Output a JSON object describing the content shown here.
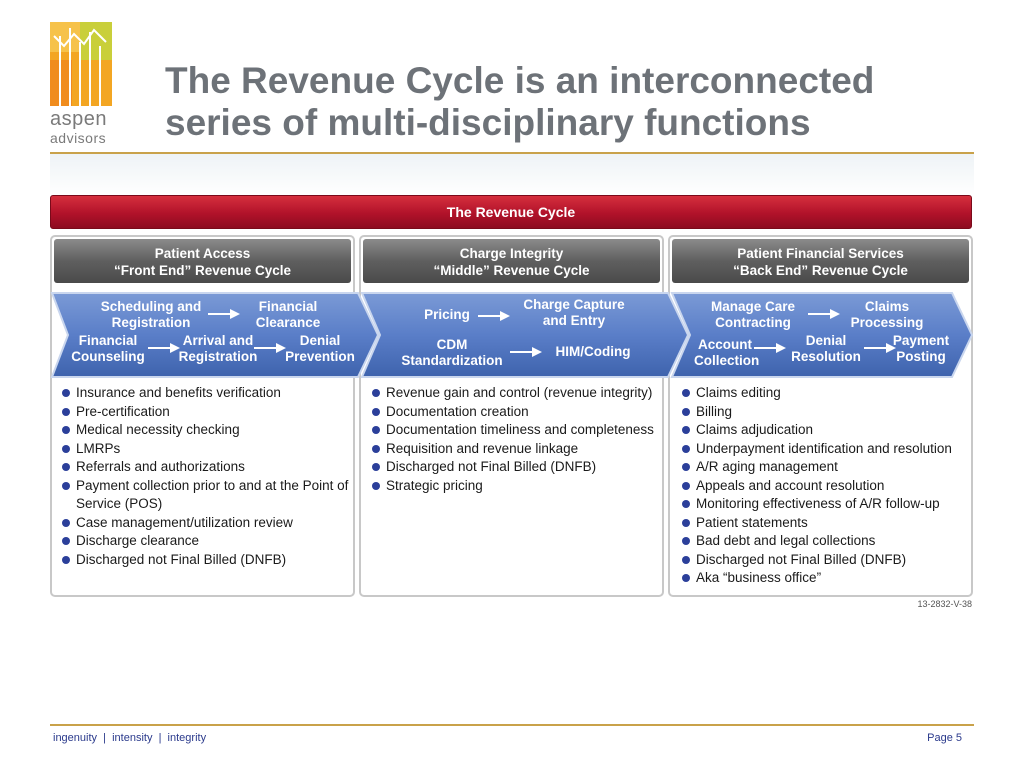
{
  "logo": {
    "line1": "aspen",
    "line2": "advisors"
  },
  "title": {
    "line1": "The Revenue Cycle is an interconnected",
    "line2": "series of multi-disciplinary functions"
  },
  "diagram": {
    "main_bar": "The Revenue Cycle",
    "columns": [
      {
        "heading1": "Patient Access",
        "heading2": "“Front End” Revenue Cycle",
        "flow": {
          "scheduling": [
            "Scheduling and",
            "Registration"
          ],
          "financial_clearance": [
            "Financial",
            "Clearance"
          ],
          "financial_counseling": [
            "Financial",
            "Counseling"
          ],
          "arrival": [
            "Arrival and",
            "Registration"
          ],
          "denial_prevention": [
            "Denial",
            "Prevention"
          ]
        },
        "bullets": [
          "Insurance and benefits verification",
          "Pre-certification",
          "Medical necessity checking",
          "LMRPs",
          "Referrals and authorizations",
          "Payment collection prior to and at the Point of Service (POS)",
          "Case management/utilization review",
          "Discharge clearance",
          "Discharged not Final Billed (DNFB)"
        ]
      },
      {
        "heading1": "Charge Integrity",
        "heading2": "“Middle” Revenue Cycle",
        "flow": {
          "pricing": [
            "Pricing"
          ],
          "charge_capture": [
            "Charge Capture",
            "and Entry"
          ],
          "cdm": [
            "CDM",
            "Standardization"
          ],
          "him": [
            "HIM/Coding"
          ]
        },
        "bullets": [
          "Revenue gain and control (revenue integrity)",
          "Documentation creation",
          "Documentation timeliness and completeness",
          "Requisition and revenue linkage",
          "Discharged not Final Billed (DNFB)",
          "Strategic pricing"
        ]
      },
      {
        "heading1": "Patient Financial Services",
        "heading2": "“Back End” Revenue Cycle",
        "flow": {
          "manage_care": [
            "Manage Care",
            "Contracting"
          ],
          "claims_processing": [
            "Claims",
            "Processing"
          ],
          "account_collection": [
            "Account",
            "Collection"
          ],
          "denial_resolution": [
            "Denial",
            "Resolution"
          ],
          "payment_posting": [
            "Payment",
            "Posting"
          ]
        },
        "bullets": [
          "Claims editing",
          "Billing",
          "Claims adjudication",
          "Underpayment identification and resolution",
          "A/R aging management",
          "Appeals and account resolution",
          "Monitoring effectiveness of A/R follow-up",
          "Patient statements",
          "Bad debt and legal collections",
          "Discharged not Final Billed (DNFB)",
          "Aka “business office”"
        ]
      }
    ],
    "code": "13-2832-V-38"
  },
  "footer": {
    "tagline": "ingenuity  |  intensity  |  integrity",
    "page": "Page 5"
  },
  "colors": {
    "title": "#6d7278",
    "accent_rule": "#c9a24a",
    "main_bar": "#b1122a",
    "flow_band": "#5a7ec8",
    "bullet": "#2b3f9a"
  }
}
